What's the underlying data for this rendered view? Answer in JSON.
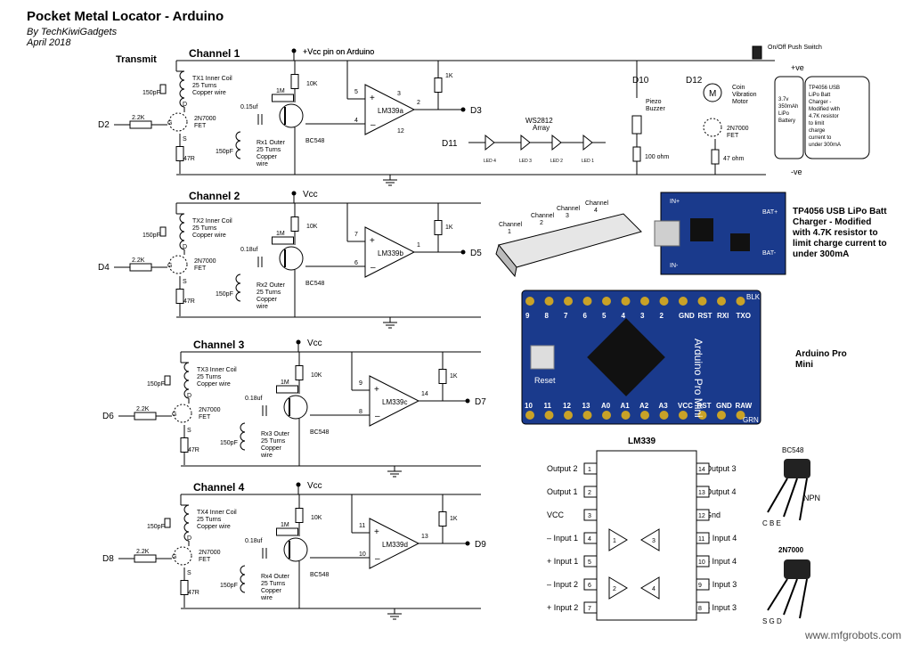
{
  "title": "Pocket Metal Locator - Arduino",
  "author": "By TechKiwiGadgets",
  "date": "April 2018",
  "transmit_label": "Transmit",
  "vcc_pin_label": "+Vcc pin on Arduino",
  "switch_label": "On/Off Push Switch",
  "plus_ve": "+ve",
  "minus_ve": "-ve",
  "battery_label": [
    "3.7v",
    "350mAh",
    "LiPo",
    "Battery"
  ],
  "charger_box_label": [
    "TP4056 USB",
    "LiPo Batt",
    "Charger -",
    "Modified with",
    "4.7K resistor",
    "to limit",
    "charge",
    "current to",
    "under 300mA"
  ],
  "d10_label": "D10",
  "piezo_label": [
    "Piezo",
    "Buzzer"
  ],
  "piezo_res": "100 ohm",
  "d12_label": "D12",
  "motor_label": [
    "Coin",
    "Vibration",
    "Motor"
  ],
  "motor_fet": [
    "2N7000",
    "FET"
  ],
  "motor_res": "47 ohm",
  "d11_label": "D11",
  "ws_label": [
    "WS2812",
    "Array"
  ],
  "led_labels": [
    "LED 4",
    "LED 3",
    "LED 2",
    "LED 1"
  ],
  "channels": [
    {
      "title": "Channel 1",
      "vcc": "+Vcc pin on Arduino",
      "tx": [
        "TX1 Inner Coil",
        "25 Turns",
        "Copper wire"
      ],
      "cap": "150pF",
      "res_in": "2.2K",
      "pin_in": "D2",
      "fet": [
        "2N7000",
        "FET"
      ],
      "res_s": "47R",
      "cap2": "0.15uf",
      "r1m": "1M",
      "r10k": "10K",
      "rx": [
        "Rx1 Outer",
        "25 Turns",
        "Copper",
        "wire"
      ],
      "rxcap": "150pF",
      "bjt": "BC548",
      "opamp": "LM339a",
      "pin_plus": "5",
      "pin_minus": "4",
      "pin_out": "2",
      "pin_vcc": "3",
      "pin_gnd": "12",
      "r1k": "1K",
      "pin_out_label": "D3"
    },
    {
      "title": "Channel 2",
      "vcc": "Vcc",
      "tx": [
        "TX2 Inner Coil",
        "25 Turns",
        "Copper wire"
      ],
      "cap": "150pF",
      "res_in": "2.2K",
      "pin_in": "D4",
      "fet": [
        "2N7000",
        "FET"
      ],
      "res_s": "47R",
      "cap2": "0.18uf",
      "r1m": "1M",
      "r10k": "10K",
      "rx": [
        "Rx2 Outer",
        "25 Turns",
        "Copper",
        "wire"
      ],
      "rxcap": "150pF",
      "bjt": "BC548",
      "opamp": "LM339b",
      "pin_plus": "7",
      "pin_minus": "6",
      "pin_out": "1",
      "pin_vcc": "",
      "pin_gnd": "",
      "r1k": "1K",
      "pin_out_label": "D5"
    },
    {
      "title": "Channel 3",
      "vcc": "Vcc",
      "tx": [
        "TX3 Inner Coil",
        "25 Turns",
        "Copper wire"
      ],
      "cap": "150pF",
      "res_in": "2.2K",
      "pin_in": "D6",
      "fet": [
        "2N7000",
        "FET"
      ],
      "res_s": "47R",
      "cap2": "0.18uf",
      "r1m": "1M",
      "r10k": "10K",
      "rx": [
        "Rx3 Outer",
        "25 Turns",
        "Copper",
        "wire"
      ],
      "rxcap": "150pF",
      "bjt": "BC548",
      "opamp": "LM339c",
      "pin_plus": "9",
      "pin_minus": "8",
      "pin_out": "14",
      "pin_vcc": "",
      "pin_gnd": "",
      "r1k": "1K",
      "pin_out_label": "D7"
    },
    {
      "title": "Channel 4",
      "vcc": "Vcc",
      "tx": [
        "TX4 Inner Coil",
        "25 Turns",
        "Copper wire"
      ],
      "cap": "150pF",
      "res_in": "2.2K",
      "pin_in": "D8",
      "fet": [
        "2N7000",
        "FET"
      ],
      "res_s": "47R",
      "cap2": "0.18uf",
      "r1m": "1M",
      "r10k": "10K",
      "rx": [
        "Rx4 Outer",
        "25 Turns",
        "Copper",
        "wire"
      ],
      "rxcap": "150pF",
      "bjt": "BC548",
      "opamp": "LM339d",
      "pin_plus": "11",
      "pin_minus": "10",
      "pin_out": "13",
      "pin_vcc": "",
      "pin_gnd": "",
      "r1k": "1K",
      "pin_out_label": "D9"
    }
  ],
  "coil_holder_labels": [
    "Channel 1",
    "Channel 2",
    "Channel 3",
    "Channel 4"
  ],
  "tp4056_note": [
    "TP4056 USB LiPo Batt",
    "Charger - Modified",
    "with 4.7K resistor to",
    "limit charge current to",
    "under 300mA"
  ],
  "tp4056_board": {
    "in_plus": "IN+",
    "in_minus": "IN-",
    "bat_plus": "BAT+",
    "bat_minus": "BAT-"
  },
  "arduino_note": [
    "Arduino Pro",
    "Mini"
  ],
  "arduino_board": {
    "top_pins": [
      "9",
      "8",
      "7",
      "6",
      "5",
      "4",
      "3",
      "2",
      "GND",
      "RST",
      "RXI",
      "TXO"
    ],
    "bottom_pins": [
      "10",
      "11",
      "12",
      "13",
      "A0",
      "A1",
      "A2",
      "A3",
      "VCC",
      "RST",
      "GND",
      "RAW"
    ],
    "side_top": "BLK",
    "side_bottom": "GRN",
    "reset": "Reset",
    "brand": "Arduino Pro Mini"
  },
  "lm339": {
    "title": "LM339",
    "left_labels": [
      "Output 2",
      "Output 1",
      "VCC",
      "– Input 1",
      "+ Input 1",
      "– Input 2",
      "+ Input 2"
    ],
    "right_labels": [
      "Output 3",
      "Output 4",
      "Gnd",
      "+ Input 4",
      "– Input 4",
      "+ Input 3",
      "– Input 3"
    ],
    "left_pins": [
      "1",
      "2",
      "3",
      "4",
      "5",
      "6",
      "7"
    ],
    "right_pins": [
      "14",
      "13",
      "12",
      "11",
      "10",
      "9",
      "8"
    ],
    "units": [
      "1",
      "2",
      "3",
      "4"
    ]
  },
  "bc548": {
    "title": "BC548",
    "type": "NPN",
    "pins": "C B E"
  },
  "n2n7000": {
    "title": "2N7000",
    "pins": "S G D"
  },
  "watermark": "www.mfgrobots.com",
  "colors": {
    "board_blue": "#1a3a8c",
    "board_dark": "#0f2a6e",
    "pin_gold": "#c9a227"
  }
}
